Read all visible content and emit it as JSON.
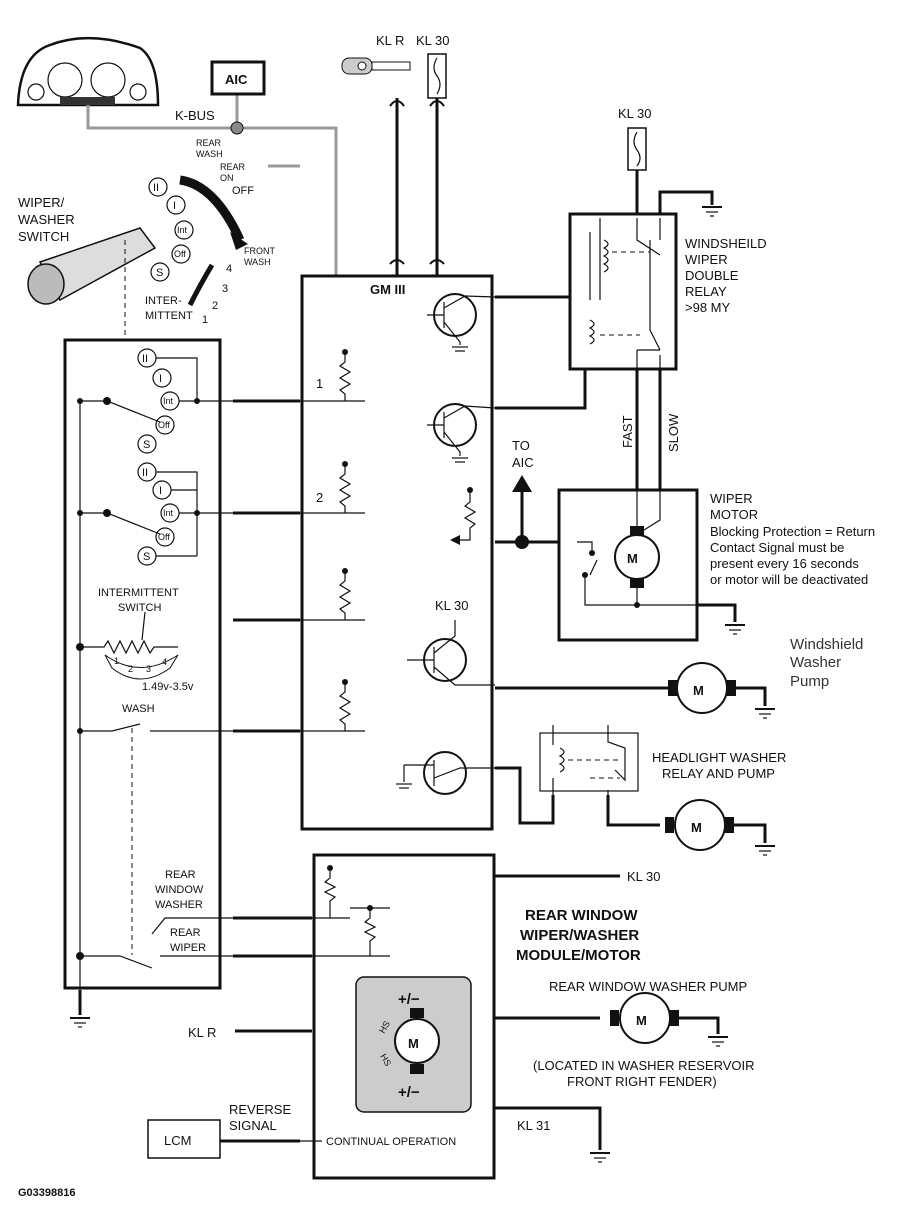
{
  "labels": {
    "klr_top": "KL R",
    "kl30_top": "KL 30",
    "aic": "AIC",
    "kbus": "K-BUS",
    "kl30_relay": "KL 30",
    "relay_line1": "WINDSHEILD",
    "relay_line2": "WIPER",
    "relay_line3": "DOUBLE",
    "relay_line4": "RELAY",
    "relay_line5": ">98 MY",
    "rear_wash": "REAR",
    "rear_wash2": "WASH",
    "rear_on": "REAR",
    "rear_on2": "ON",
    "off": "OFF",
    "front_wash": "FRONT",
    "front_wash2": "WASH",
    "switch_line1": "WIPER/",
    "switch_line2": "WASHER",
    "switch_line3": "SWITCH",
    "intermittent1": "INTER-",
    "intermittent2": "MITTENT",
    "pos_II": "II",
    "pos_I": "I",
    "pos_int": "Int",
    "pos_off": "Off",
    "pos_S": "S",
    "num1": "1",
    "num2": "2",
    "num3": "3",
    "num4": "4",
    "gm3": "GM III",
    "ch1": "1",
    "ch2": "2",
    "to_aic1": "TO",
    "to_aic2": "AIC",
    "fast": "FAST",
    "slow": "SLOW",
    "wm1": "WIPER",
    "wm2": "MOTOR",
    "wm3": "Blocking Protection = Return",
    "wm4": "Contact Signal must be",
    "wm5": "present every 16 seconds",
    "wm6": "or motor will be deactivated",
    "kl30_gm": "KL 30",
    "ws_pump1": "Windshield",
    "ws_pump2": "Washer",
    "ws_pump3": "Pump",
    "int_switch1": "INTERMITTENT",
    "int_switch2": "SWITCH",
    "voltage": "1.49v-3.5v",
    "wash": "WASH",
    "hl1": "HEADLIGHT  WASHER",
    "hl2": "RELAY AND  PUMP",
    "kl30_rear": "KL 30",
    "rww1": "REAR",
    "rww2": "WINDOW",
    "rww3": "WASHER",
    "rw1": "REAR",
    "rw2": "WIPER",
    "rear_mod1": "REAR WINDOW",
    "rear_mod2": "WIPER/WASHER",
    "rear_mod3": "MODULE/MOTOR",
    "rear_pump": "REAR WINDOW WASHER PUMP",
    "located1": "(LOCATED IN WASHER RESERVOIR",
    "located2": "FRONT RIGHT FENDER)",
    "klr_bottom": "KL R",
    "kl31": "KL 31",
    "reverse1": "REVERSE",
    "reverse2": "SIGNAL",
    "lcm": "LCM",
    "continual": "CONTINUAL OPERATION",
    "m": "M",
    "plusminus": "+/−",
    "hs": "HS",
    "code": "G03398816"
  }
}
